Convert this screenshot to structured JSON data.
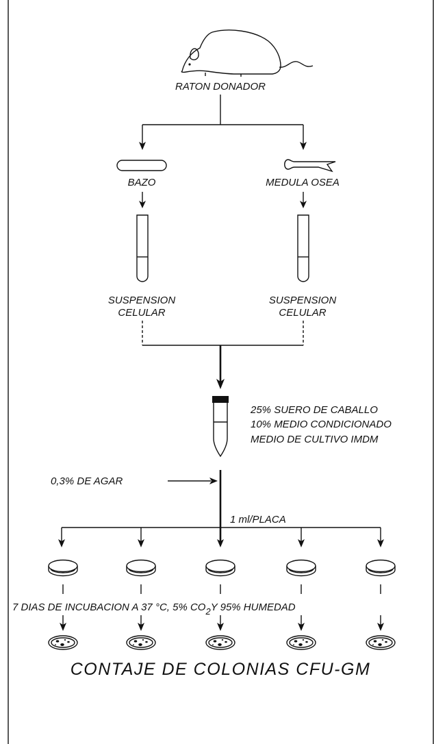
{
  "source": {
    "label": "RATON DONADOR"
  },
  "branches": [
    {
      "organ": "BAZO",
      "suspension_line1": "SUSPENSION",
      "suspension_line2": "CELULAR"
    },
    {
      "organ": "MEDULA OSEA",
      "suspension_line1": "SUSPENSION",
      "suspension_line2": "CELULAR"
    }
  ],
  "medium": {
    "lines": [
      "25% SUERO DE CABALLO",
      "10% MEDIO CONDICIONADO",
      "MEDIO DE CULTIVO IMDM"
    ]
  },
  "agar_label": "0,3% DE AGAR",
  "plating_label": "1 ml/PLACA",
  "plates_count": 5,
  "incubation": {
    "text": "7 DIAS DE INCUBACION A 37 °C, 5% CO",
    "subscript": "2",
    "text_after": "Y 95% HUMEDAD"
  },
  "result_title": "CONTAJE DE COLONIAS CFU-GM"
}
